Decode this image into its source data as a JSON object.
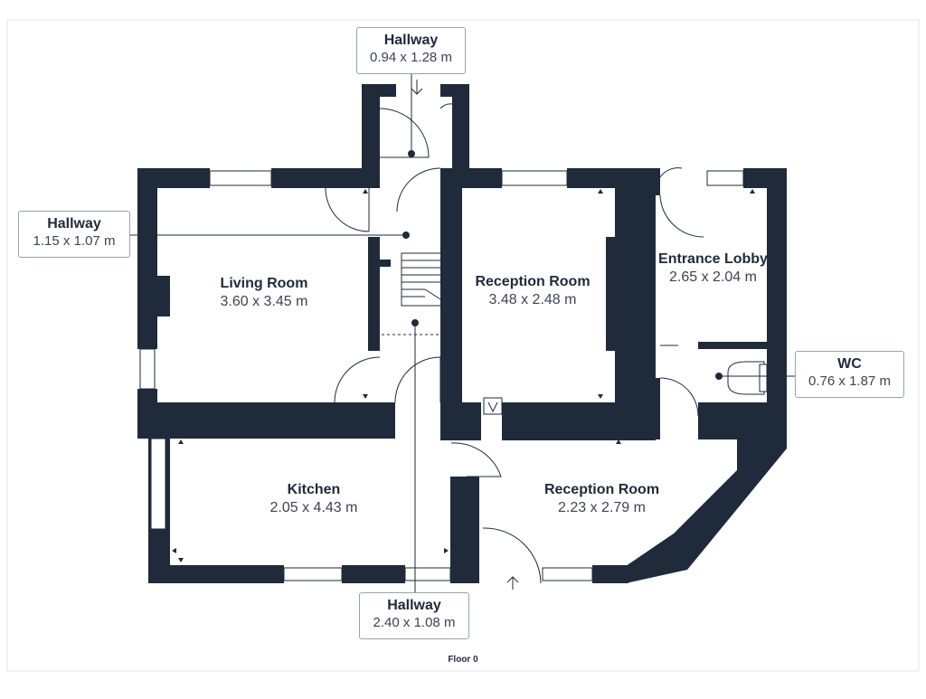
{
  "plan": {
    "floor_title": "Floor 0",
    "colors": {
      "wall": "#1f2a3a",
      "text": "#1f2a3a",
      "dims_text": "#3b4454",
      "border": "#9aa2ad"
    },
    "rooms": [
      {
        "id": "living-room",
        "name": "Living Room",
        "dims": "3.60 x 3.45 m"
      },
      {
        "id": "reception-room-1",
        "name": "Reception Room",
        "dims": "3.48 x 2.48 m"
      },
      {
        "id": "entrance-lobby",
        "name": "Entrance Lobby",
        "dims": "2.65 x 2.04 m"
      },
      {
        "id": "kitchen",
        "name": "Kitchen",
        "dims": "2.05 x 4.43 m"
      },
      {
        "id": "reception-room-2",
        "name": "Reception Room",
        "dims": "2.23 x 2.79 m"
      }
    ],
    "callouts": [
      {
        "id": "hallway-top",
        "name": "Hallway",
        "dims": "0.94 x 1.28 m"
      },
      {
        "id": "hallway-left",
        "name": "Hallway",
        "dims": "1.15 x 1.07 m"
      },
      {
        "id": "wc",
        "name": "WC",
        "dims": "0.76 x 1.87 m"
      },
      {
        "id": "hallway-bottom",
        "name": "Hallway",
        "dims": "2.40 x 1.08 m"
      }
    ]
  }
}
